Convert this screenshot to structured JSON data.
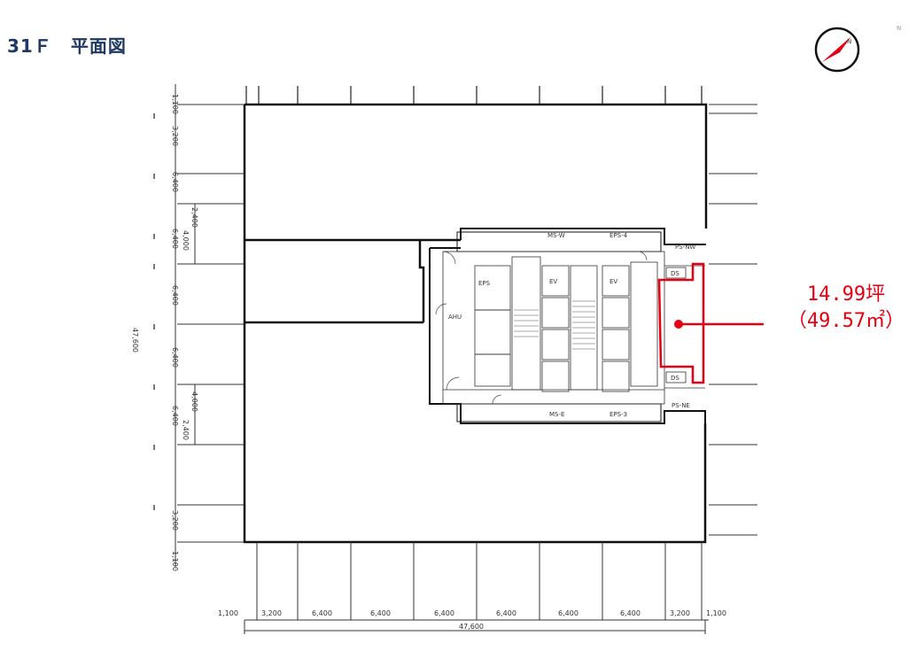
{
  "title": "31Ｆ　平面図",
  "area": {
    "tsubo": "14.99坪",
    "sqm": "（49.57㎡）",
    "color": "#e50012"
  },
  "compass": {
    "letter": "N",
    "small": "N"
  },
  "dimensions": {
    "bottom": [
      "1,100",
      "3,200",
      "6,400",
      "6,400",
      "6,400",
      "6,400",
      "6,400",
      "6,400",
      "3,200",
      "1,100"
    ],
    "total": "47,600",
    "left": [
      "1,100",
      "3,200",
      "6,400",
      "6,400",
      "6,400",
      "6,400",
      "6,400",
      "3,200",
      "1,100"
    ],
    "left_inner": [
      "2,400",
      "4,000",
      "4,000",
      "2,400"
    ],
    "left_total": "47,600"
  },
  "core_labels": {
    "ps_nw": "PS-NW",
    "ps_ne": "PS-NE",
    "ds_top": "DS",
    "ds_bottom": "DS",
    "eps4": "EPS-4",
    "eps3": "EPS-3",
    "ms_w": "MS-W",
    "ms_e": "MS-E",
    "ahu": "AHU",
    "eps": "EPS",
    "ev": "EV"
  },
  "icons": {
    "compass": "compass-icon"
  }
}
